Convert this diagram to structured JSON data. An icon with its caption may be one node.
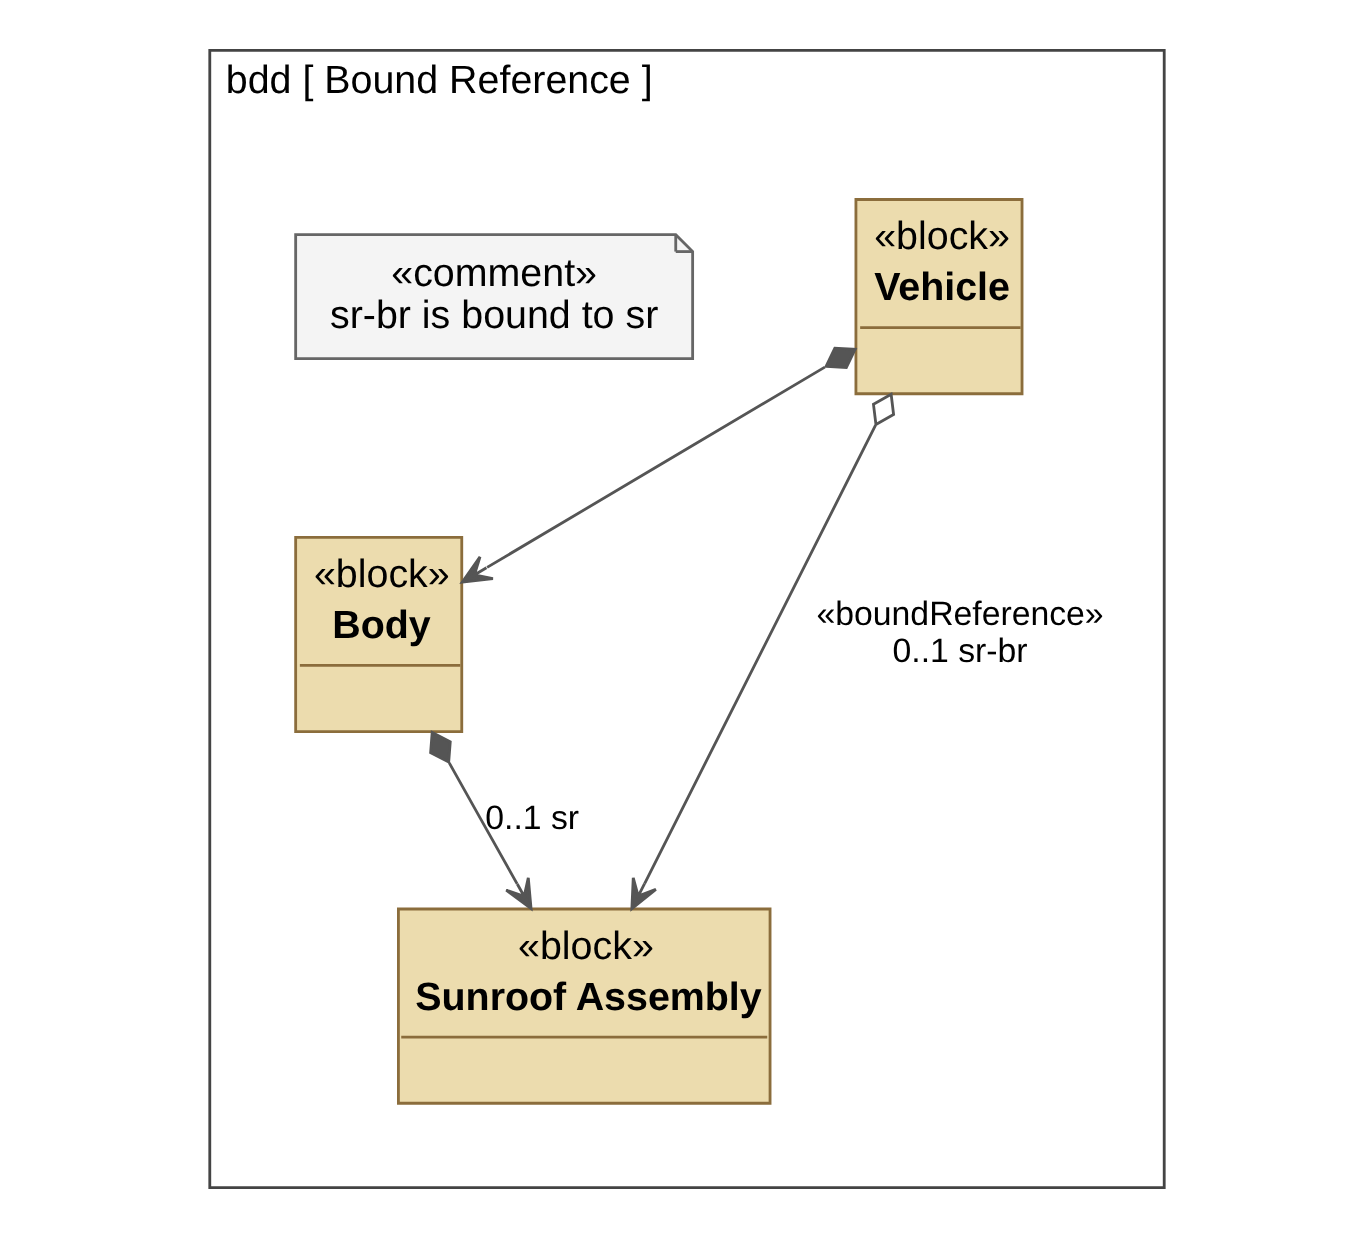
{
  "diagram": {
    "nodes": [
      {
        "text": [
          "bdd [ Bound Reference ]"
        ]
      },
      {
        "text": [
          "«block»",
          "Vehicle"
        ],
        "in": 0
      },
      {
        "text": [
          "«block»",
          "Body"
        ],
        "in": 0
      },
      {
        "text": [
          "«block»",
          "Sunroof Assembly"
        ],
        "in": 0
      },
      {
        "text": [
          "«comment»",
          "sr-br is bound to sr"
        ],
        "in": 0
      }
    ],
    "edges": [
      {
        "from": 1,
        "to": 2,
        "arrow": "to"
      },
      {
        "from": 2,
        "to": 3,
        "arrow": "to",
        "label": "0..1 sr"
      },
      {
        "from": 1,
        "to": 3,
        "arrow": "to",
        "label": "«boundReference» 0..1 sr-br"
      }
    ]
  }
}
